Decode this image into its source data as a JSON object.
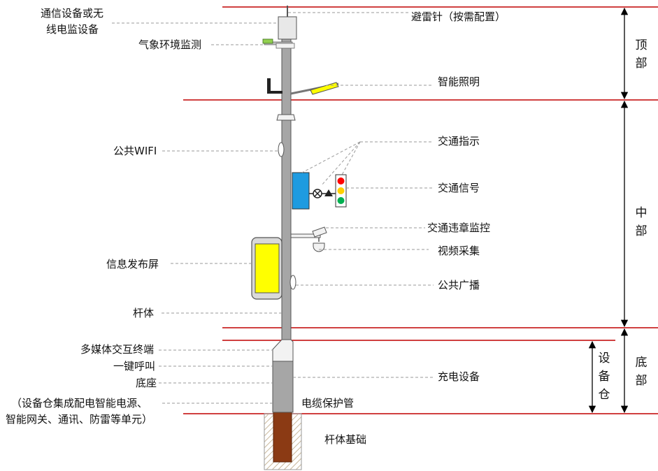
{
  "labels": {
    "comm": [
      "通信设备或无",
      "线电监设备"
    ],
    "weather": "气象环境监测",
    "lightning": "避雷针（按需配置）",
    "lighting": "智能照明",
    "wifi": "公共WIFI",
    "traffic_sign": "交通指示",
    "traffic_signal": "交通信号",
    "violation": "交通违章监控",
    "video": "视频采集",
    "screen": "信息发布屏",
    "broadcast": "公共广播",
    "pole": "杆体",
    "multimedia": "多媒体交互终端",
    "sos": "一键呼叫",
    "base": "底座",
    "cabin_desc": [
      "（设备仓集成配电智能电源、",
      "智能网关、通讯、防雷等单元）"
    ],
    "charging": "充电设备",
    "cable": "电缆保护管",
    "foundation": "杆体基础"
  },
  "sections": {
    "top": [
      "顶",
      "部"
    ],
    "middle": [
      "中",
      "部"
    ],
    "bottom": [
      "底",
      "部"
    ],
    "cabin": [
      "设",
      "备",
      "仓"
    ]
  },
  "colors": {
    "divider": "#c00000",
    "pole": "#a6a6a6",
    "screen": "#ffff00",
    "signal_box": "#1e9be0",
    "foundation": "#8b3a14",
    "leader": "#999999",
    "lamp": "#ffff00",
    "weather_sensor": "#92d050"
  }
}
